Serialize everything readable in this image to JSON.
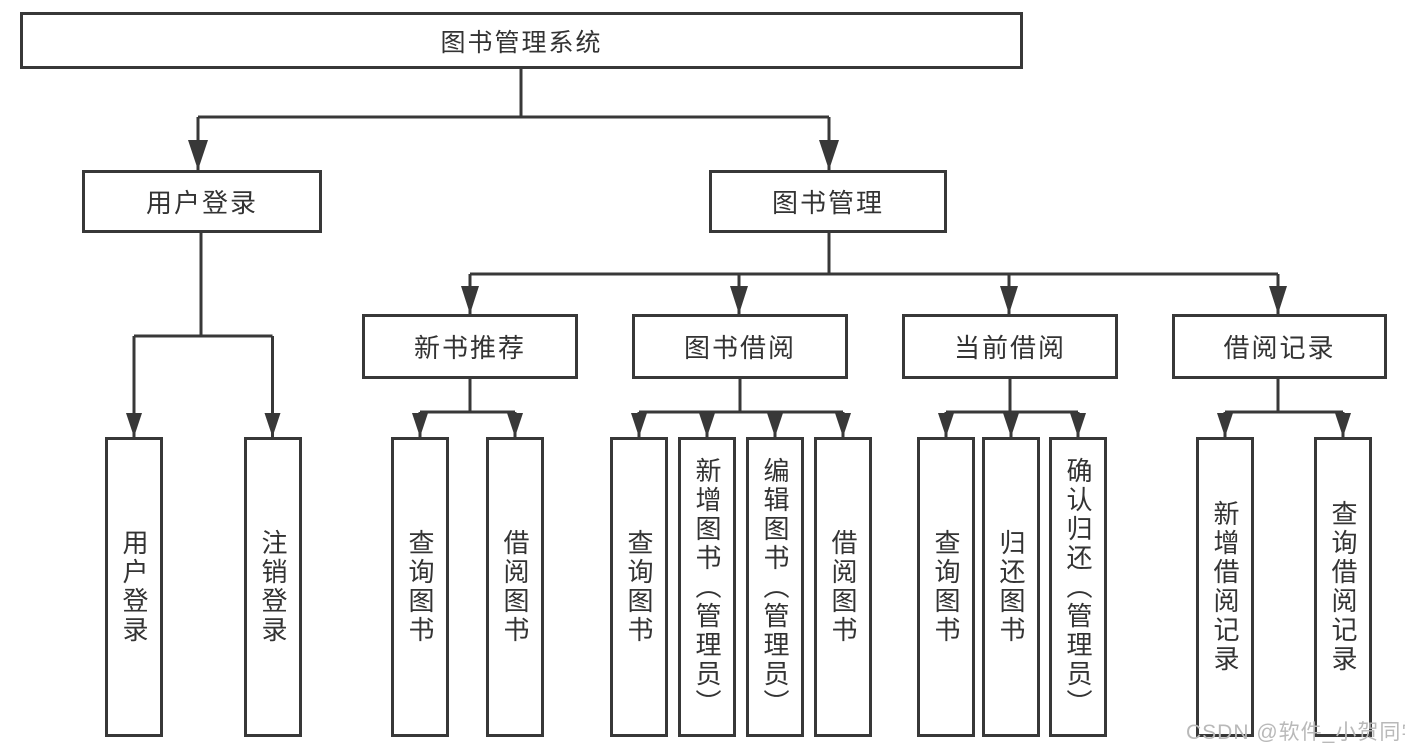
{
  "diagram": {
    "title": "图书管理系统",
    "nodes": {
      "root": "图书管理系统",
      "user_login_group": "用户登录",
      "book_management": "图书管理",
      "new_book_recommend": "新书推荐",
      "book_borrow": "图书借阅",
      "current_borrow": "当前借阅",
      "borrow_record": "借阅记录",
      "leaf_user_login": "用户登录",
      "leaf_logout": "注销登录",
      "leaf_query_book_1": "查询图书",
      "leaf_borrow_book_1": "借阅图书",
      "leaf_query_book_2": "查询图书",
      "leaf_add_book": "新增图书（管理员）",
      "leaf_edit_book": "编辑图书（管理员）",
      "leaf_borrow_book_2": "借阅图书",
      "leaf_query_book_3": "查询图书",
      "leaf_return_book": "归还图书",
      "leaf_confirm_return": "确认归还（管理员）",
      "leaf_add_borrow_record": "新增借阅记录",
      "leaf_query_borrow_record": "查询借阅记录"
    },
    "watermark": "CSDN @软件_小贺同学",
    "colors": {
      "line": "#383838",
      "text": "#333333",
      "watermark": "#b9b9b9",
      "background": "#ffffff"
    }
  }
}
